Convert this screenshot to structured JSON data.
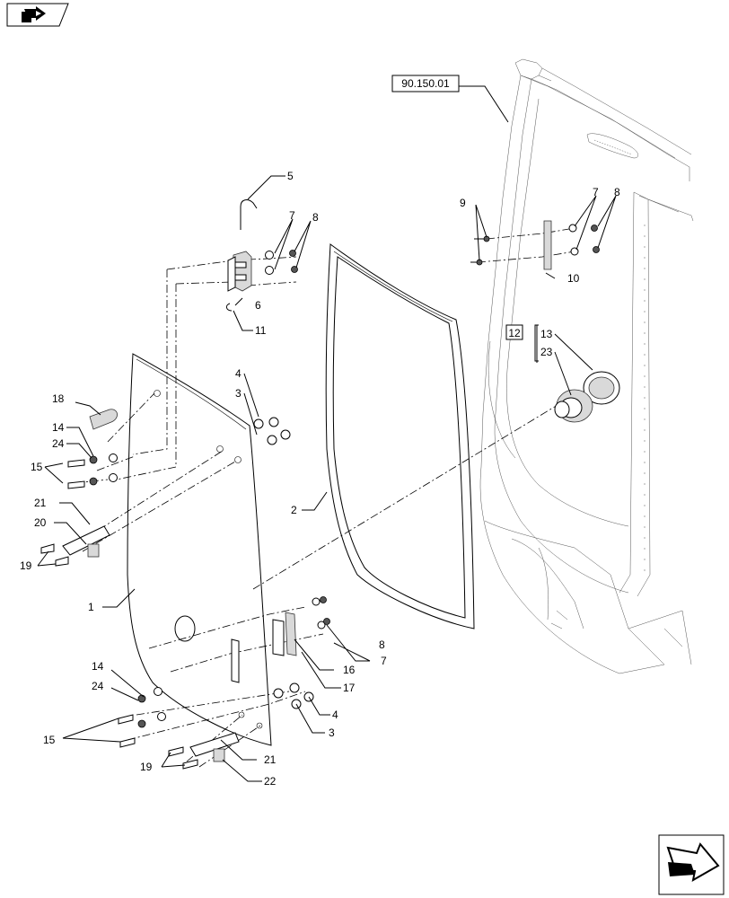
{
  "reference": {
    "label": "90.150.01"
  },
  "group_bracket": {
    "label": "12"
  },
  "callouts": {
    "c1": "1",
    "c2": "2",
    "c3a": "3",
    "c3b": "3",
    "c4a": "4",
    "c4b": "4",
    "c5": "5",
    "c6": "6",
    "c7a": "7",
    "c7b": "7",
    "c7c": "7",
    "c8a": "8",
    "c8b": "8",
    "c8c": "8",
    "c9": "9",
    "c10": "10",
    "c11": "11",
    "c13": "13",
    "c14a": "14",
    "c14b": "14",
    "c15a": "15",
    "c15b": "15",
    "c16": "16",
    "c17": "17",
    "c18": "18",
    "c19a": "19",
    "c19b": "19",
    "c20": "20",
    "c21a": "21",
    "c21b": "21",
    "c22": "22",
    "c23": "23",
    "c24a": "24",
    "c24b": "24"
  },
  "icons": {
    "top_left": "back-arrow-icon",
    "bottom_right": "next-page-arrow-icon"
  }
}
